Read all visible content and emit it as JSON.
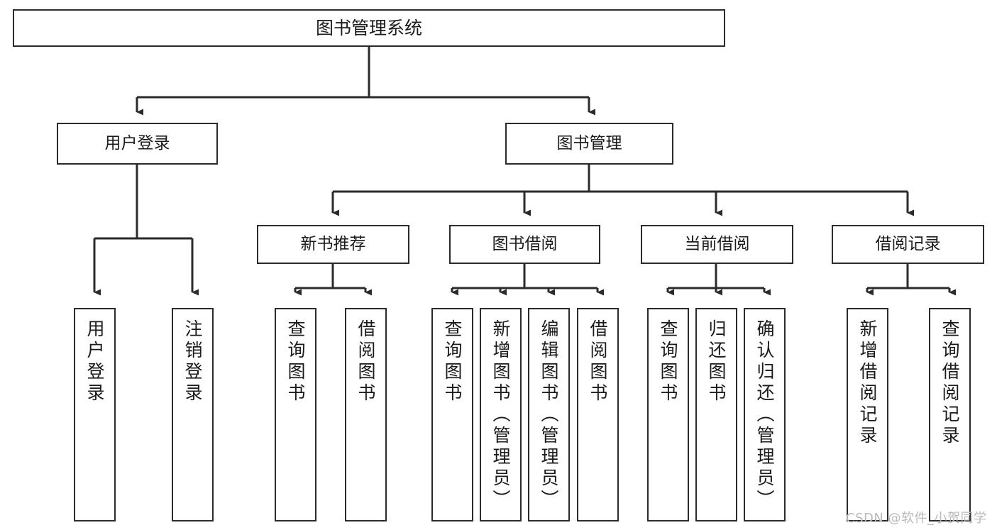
{
  "diagram": {
    "type": "tree",
    "title": "图书管理系统",
    "watermark": "CSDN @软件_小贺同学",
    "colors": {
      "box_border": "#2b2b2b",
      "box_fill": "#ffffff",
      "edge": "#2b2b2b",
      "text": "#1b1b1b",
      "watermark": "#b9b9b9",
      "background": "#ffffff"
    },
    "nodes": {
      "root": {
        "label": "图书管理系统"
      },
      "level1": [
        {
          "id": "user-login",
          "label": "用户登录"
        },
        {
          "id": "book-manage",
          "label": "图书管理"
        }
      ],
      "level2": [
        {
          "id": "new-book-recommend",
          "label": "新书推荐"
        },
        {
          "id": "book-borrow",
          "label": "图书借阅"
        },
        {
          "id": "current-borrow",
          "label": "当前借阅"
        },
        {
          "id": "borrow-record",
          "label": "借阅记录"
        }
      ],
      "leaves": {
        "user-login": [
          {
            "id": "leaf-user-login",
            "label": "用户登录"
          },
          {
            "id": "leaf-user-logout",
            "label": "注销登录"
          }
        ],
        "new-book-recommend": [
          {
            "id": "leaf-query-book-1",
            "label": "查询图书"
          },
          {
            "id": "leaf-borrow-book-1",
            "label": "借阅图书"
          }
        ],
        "book-borrow": [
          {
            "id": "leaf-query-book-2",
            "label": "查询图书"
          },
          {
            "id": "leaf-add-book",
            "label": "新增图书（管理员）"
          },
          {
            "id": "leaf-edit-book",
            "label": "编辑图书（管理员）"
          },
          {
            "id": "leaf-borrow-book-2",
            "label": "借阅图书"
          }
        ],
        "current-borrow": [
          {
            "id": "leaf-query-book-3",
            "label": "查询图书"
          },
          {
            "id": "leaf-return-book",
            "label": "归还图书"
          },
          {
            "id": "leaf-confirm-return",
            "label": "确认归还（管理员）"
          }
        ],
        "borrow-record": [
          {
            "id": "leaf-add-record",
            "label": "新增借阅记录"
          },
          {
            "id": "leaf-query-record",
            "label": "查询借阅记录"
          }
        ]
      }
    },
    "edges": [
      {
        "from": "root",
        "to": "user-login"
      },
      {
        "from": "root",
        "to": "book-manage"
      },
      {
        "from": "user-login",
        "to": "leaf-user-login"
      },
      {
        "from": "user-login",
        "to": "leaf-user-logout"
      },
      {
        "from": "book-manage",
        "to": "new-book-recommend"
      },
      {
        "from": "book-manage",
        "to": "book-borrow"
      },
      {
        "from": "book-manage",
        "to": "current-borrow"
      },
      {
        "from": "book-manage",
        "to": "borrow-record"
      },
      {
        "from": "new-book-recommend",
        "to": "leaf-query-book-1"
      },
      {
        "from": "new-book-recommend",
        "to": "leaf-borrow-book-1"
      },
      {
        "from": "book-borrow",
        "to": "leaf-query-book-2"
      },
      {
        "from": "book-borrow",
        "to": "leaf-add-book"
      },
      {
        "from": "book-borrow",
        "to": "leaf-edit-book"
      },
      {
        "from": "book-borrow",
        "to": "leaf-borrow-book-2"
      },
      {
        "from": "current-borrow",
        "to": "leaf-query-book-3"
      },
      {
        "from": "current-borrow",
        "to": "leaf-return-book"
      },
      {
        "from": "current-borrow",
        "to": "leaf-confirm-return"
      },
      {
        "from": "borrow-record",
        "to": "leaf-add-record"
      },
      {
        "from": "borrow-record",
        "to": "leaf-query-record"
      }
    ]
  }
}
